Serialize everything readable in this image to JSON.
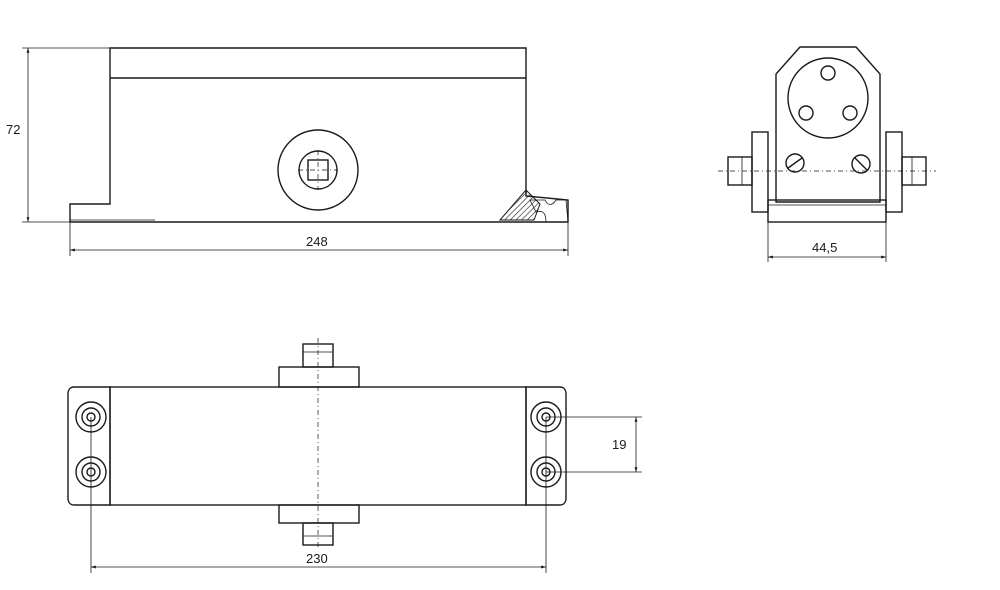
{
  "drawing": {
    "subject": "door closer technical drawing",
    "views": {
      "side": {
        "height_label": "72",
        "length_label": "248"
      },
      "end": {
        "width_label": "44,5"
      },
      "top": {
        "hole_spacing_label": "19",
        "mount_length_label": "230"
      }
    },
    "line_color": "#1a1a1a",
    "background": "#ffffff"
  }
}
